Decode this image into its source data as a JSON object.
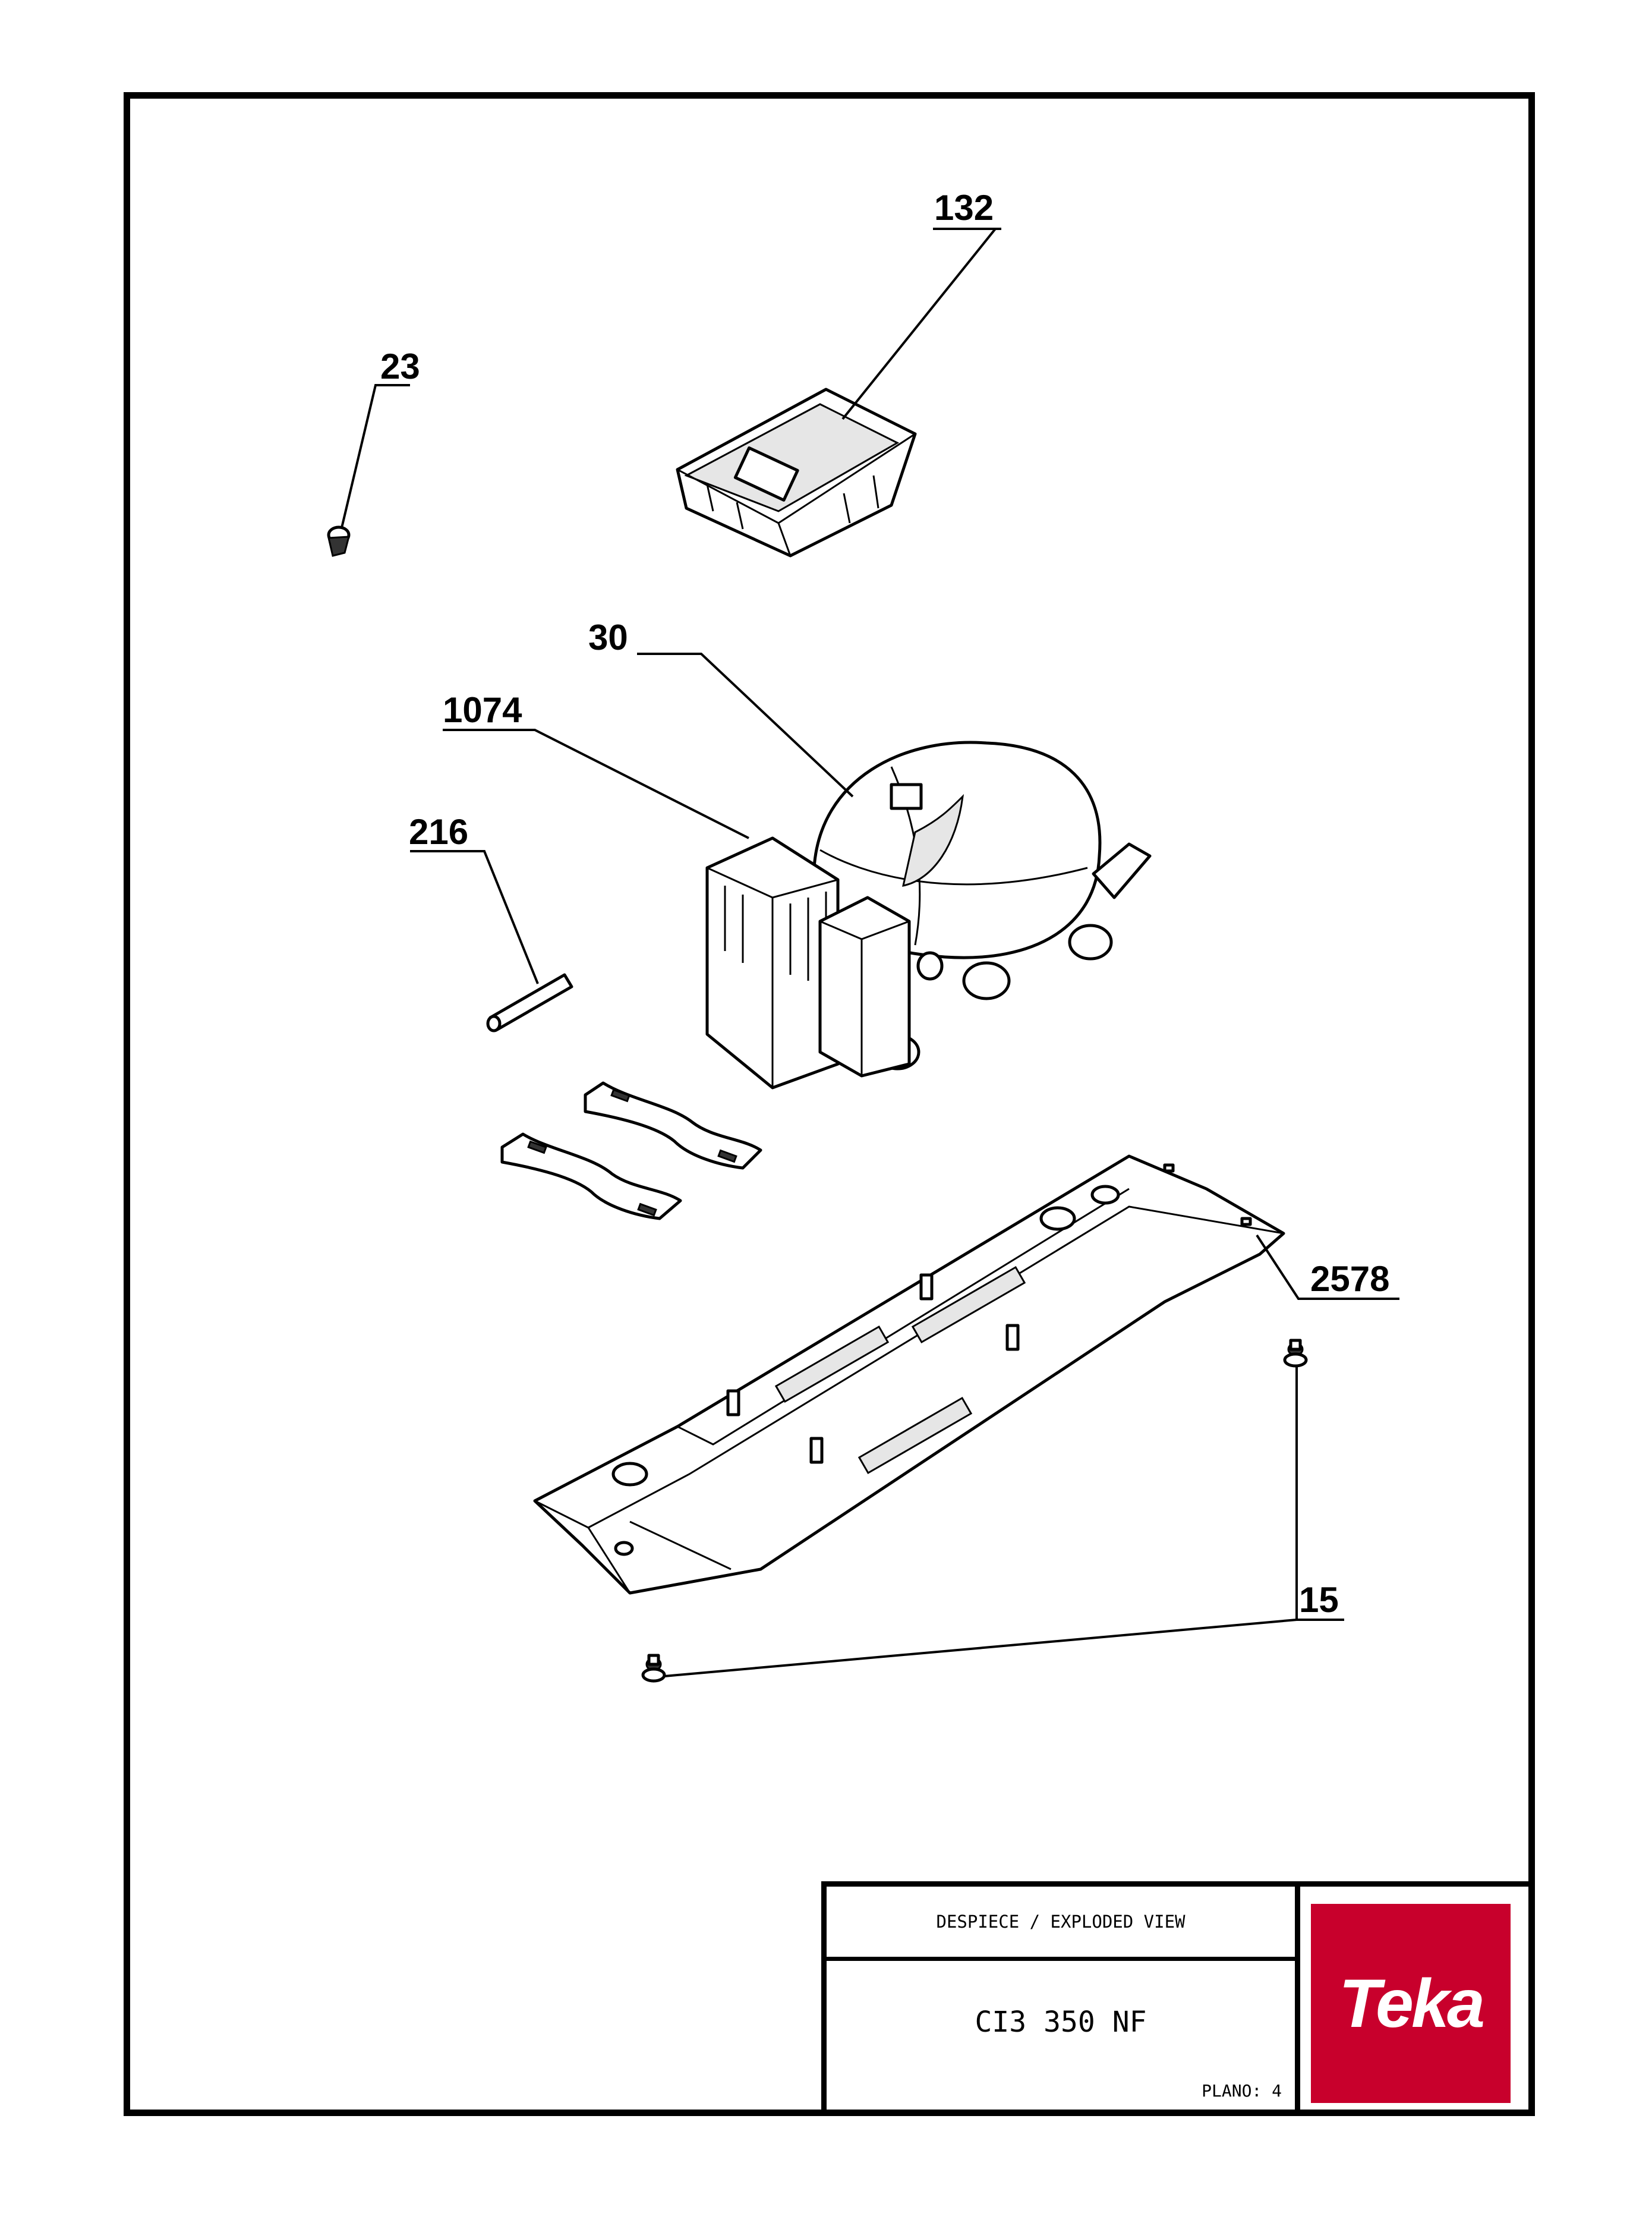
{
  "callouts": {
    "c132": "132",
    "c23": "23",
    "c30": "30",
    "c1074": "1074",
    "c216": "216",
    "c2578": "2578",
    "c15": "15"
  },
  "title_block": {
    "heading": "DESPIECE / EXPLODED VIEW",
    "model": "CI3 350 NF",
    "sheet": "PLANO: 4"
  },
  "logo": {
    "text": "Teka",
    "color": "#c8002c"
  }
}
